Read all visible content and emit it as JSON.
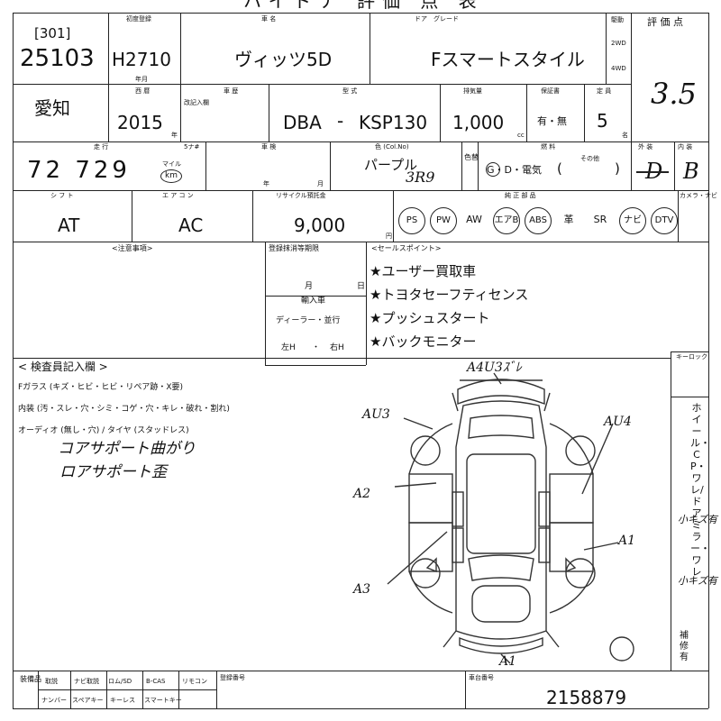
{
  "top_header": "ハイドナ 評価 点 表",
  "lot": {
    "series": "[301]",
    "number": "25103"
  },
  "first_reg": {
    "label": "初度登録",
    "value": "H2710",
    "sub_label": "年月"
  },
  "car_name": {
    "label": "車 名",
    "value": "ヴィッツ5D"
  },
  "door_grade": {
    "label": "ドア　グレード",
    "value": "Fスマートスタイル"
  },
  "drive": {
    "label": "駆動",
    "opt1": "2WD",
    "opt2": "4WD"
  },
  "score": {
    "label": "評 価 点",
    "value": "3.5"
  },
  "region": {
    "value": "愛知"
  },
  "year": {
    "label": "西 暦",
    "value": "2015",
    "unit": "年"
  },
  "vehicle_history": {
    "label": "車 歴",
    "sub": "改記入欄"
  },
  "model": {
    "label": "型 式",
    "prefix": "DBA",
    "dash": "-",
    "value": "KSP130"
  },
  "displacement": {
    "label": "排気量",
    "value": "1,000",
    "unit": "cc"
  },
  "warranty": {
    "label": "保証書",
    "value": "有・無"
  },
  "capacity": {
    "label": "定 員",
    "value": "5",
    "unit": "名"
  },
  "mileage": {
    "label": "走 行",
    "value": "72 729",
    "unit": "km",
    "unit_alt": "マイル"
  },
  "class_label": "5ナ#",
  "inspection": {
    "label": "車 検",
    "year_unit": "年",
    "month_unit": "月"
  },
  "color": {
    "label": "色 (Col.No)",
    "value": "パープル",
    "code": "3R9",
    "change_label": "色替"
  },
  "fuel": {
    "label": "燃 料",
    "options": "G・D・電気",
    "other": "その他"
  },
  "exterior": {
    "label": "外 装",
    "value": "D"
  },
  "interior": {
    "label": "内 装",
    "value": "B"
  },
  "shift": {
    "label": "シ フ ト",
    "value": "AT"
  },
  "aircon": {
    "label": "エ ア コ ン",
    "value": "AC"
  },
  "recycle": {
    "label": "リサイクル預託金",
    "value": "9,000",
    "unit": "円"
  },
  "equipment": {
    "label": "純 正 部 品",
    "items": [
      "PS",
      "PW",
      "AW",
      "エアB",
      "ABS",
      "革",
      "SR",
      "ナビ",
      "DTV"
    ],
    "circled": [
      true,
      true,
      false,
      true,
      true,
      false,
      false,
      true,
      true
    ],
    "side_label": "カメラ・ナビ"
  },
  "notes": {
    "label": "<注意事項>"
  },
  "registration": {
    "label": "登録抹消等期限",
    "month": "月",
    "day": "日",
    "import_label": "輸入車",
    "import_opt": "ディーラー・並行",
    "hand_l": "左H",
    "hand_r": "右H"
  },
  "sales_points": {
    "label": "<セールスポイント>",
    "items": [
      "★ユーザー買取車",
      "★トヨタセーフティセンス",
      "★プッシュスタート",
      "★バックモニター"
    ]
  },
  "inspector": {
    "label": "< 検査員記入欄 >",
    "line1": "Fガラス (キズ・ヒビ・ヒビ・リペア跡・X要)",
    "line2": "内装 (汚・スレ・穴・シミ・コゲ・穴・キレ・破れ・割れ)",
    "line3": "オーディオ (無し・穴) / タイヤ (スタッドレス)",
    "hw1": "コアサポート曲がり",
    "hw2": "ロアサポート歪"
  },
  "diagram": {
    "labels": [
      "A4U3ｽﾞﾚ",
      "AU3",
      "AU4",
      "A2",
      "A1",
      "A3",
      "A1"
    ]
  },
  "keyless": {
    "label": "キーロック"
  },
  "side_strip": {
    "text": "ホイール・CP・ワレ/ドアミラー・ワレ",
    "hw1": "小キズ有",
    "hw2": "小キズ有",
    "hw3": "補修有"
  },
  "bottom": {
    "accessory_label": "装備品",
    "row1": [
      "取説",
      "ナビ取説",
      "ロム/SD",
      "B-CAS",
      "リモコン"
    ],
    "row2": [
      "ナンバー",
      "スペアキー",
      "キーレス",
      "スマートキー"
    ],
    "reg_no_label": "登録番号",
    "chassis_label": "車台番号",
    "chassis_value": "2158879"
  }
}
